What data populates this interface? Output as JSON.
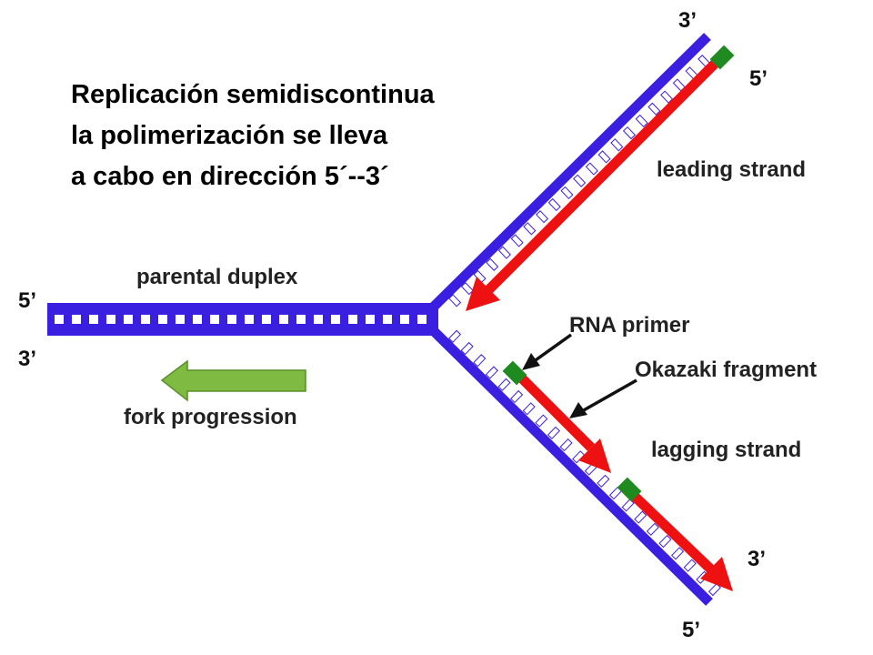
{
  "title": {
    "line1": "Replicación semidiscontinua",
    "line2": "la polimerización se lleva",
    "line3": "a cabo en dirección 5´--3´"
  },
  "labels": {
    "parental_duplex": "parental duplex",
    "fork_progression": "fork progression",
    "leading_strand": "leading strand",
    "lagging_strand": "lagging strand",
    "rna_primer": "RNA primer",
    "okazaki_fragment": "Okazaki fragment"
  },
  "ends": {
    "parental_top": "5’",
    "parental_bottom": "3’",
    "leading_top_blue": "3’",
    "leading_top_red": "5’",
    "lagging_bottom_red": "3’",
    "lagging_bottom_blue": "5’"
  },
  "colors": {
    "template_strand": "#3a1fe0",
    "new_strand": "#ee1111",
    "rna_primer": "#1f8a1f",
    "fork_arrow": "#7fba42",
    "rung": "#ffffff",
    "text": "#000000"
  }
}
